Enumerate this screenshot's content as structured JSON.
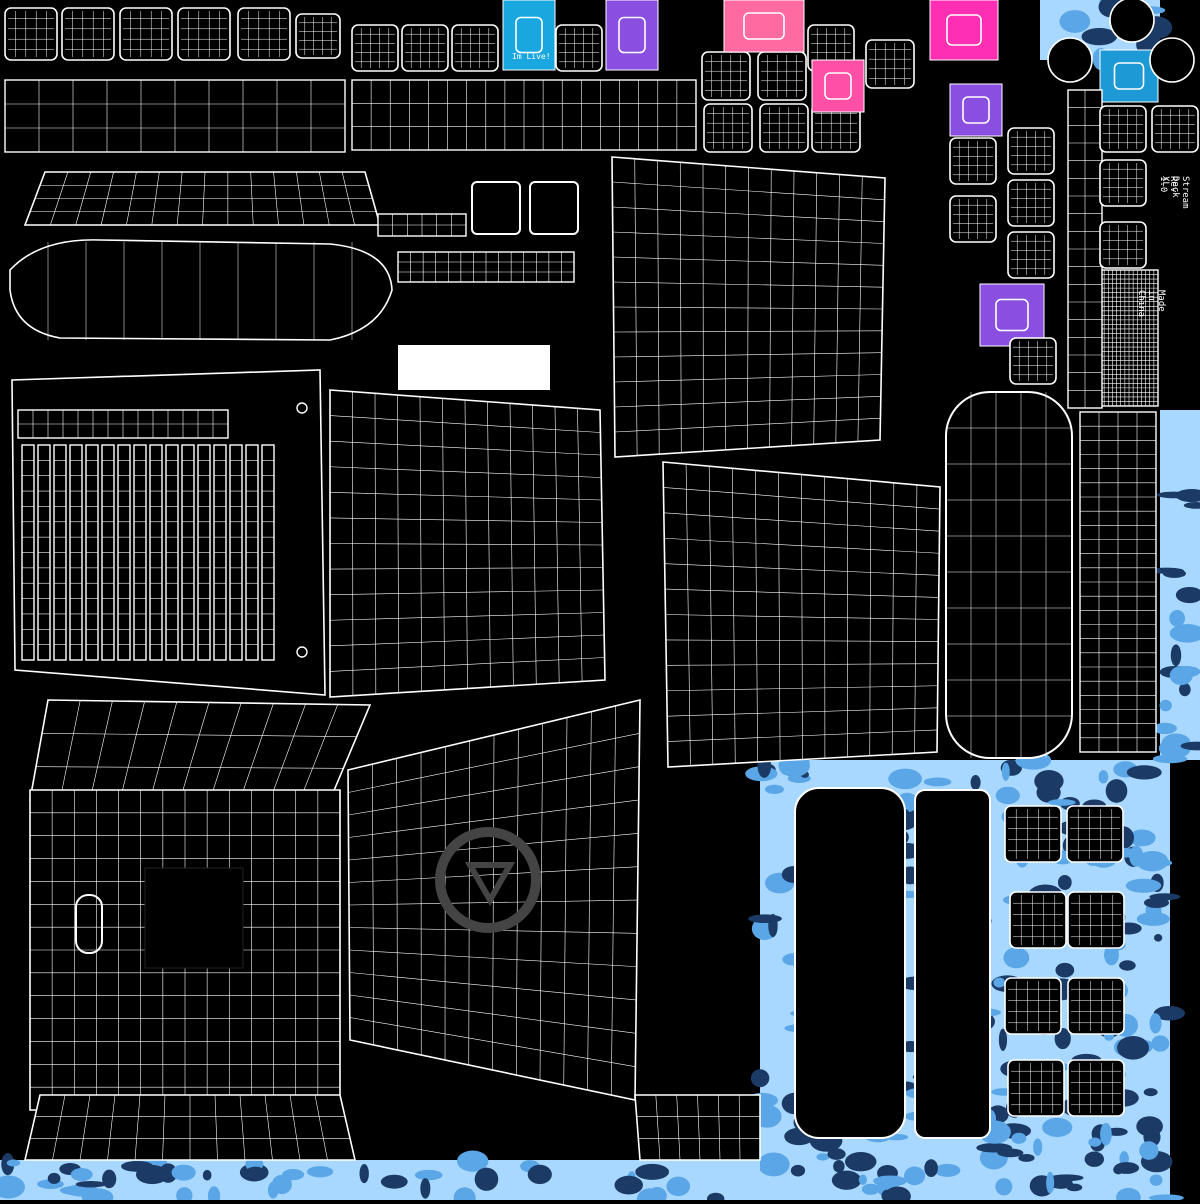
{
  "canvas": {
    "background": "#000000",
    "wire_color": "#ffffff",
    "camo_light": "#a8d8ff",
    "camo_mid": "#5aa6e6",
    "camo_dark": "#1b3b66"
  },
  "labels": {
    "chat_icon_text": "Im Live!",
    "side_strip_a": "Stream Deck XL",
    "side_strip_b": "Rev 1.0",
    "side_strip_c": "Made in China"
  },
  "accent": {
    "cyan": "#1aa7e0",
    "purple": "#8a4fe0",
    "pink": "#ff4fa7",
    "magenta": "#ff2fb3",
    "orange": "#ff8a3c",
    "blue": "#1d9ad6"
  },
  "icons": [
    {
      "name": "chat-bubble-icon",
      "color": "#1aa7e0"
    },
    {
      "name": "stream-icon",
      "color": "#8a4fe0"
    },
    {
      "name": "camera-icon",
      "color": "#ff6aa0"
    },
    {
      "name": "scene-switch-icon",
      "color": "#ff4fa7"
    },
    {
      "name": "monitor-icon",
      "color": "#ff2fb3"
    },
    {
      "name": "mixer-icon",
      "color": "#8a4fe0"
    },
    {
      "name": "grid-icon",
      "color": "#8a4fe0"
    },
    {
      "name": "waveform-icon",
      "color": "#1d9ad6"
    }
  ]
}
